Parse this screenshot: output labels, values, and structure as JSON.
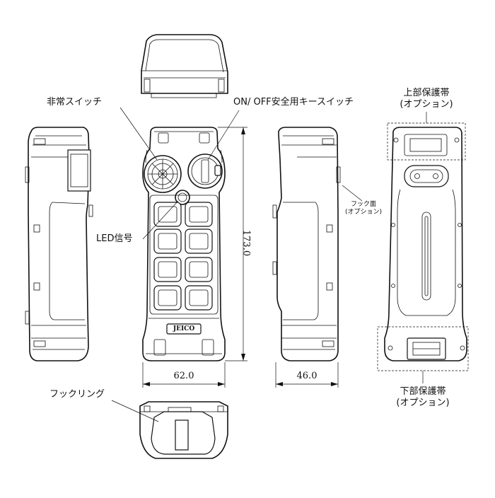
{
  "callouts": {
    "emergency_switch": "非常スイッチ",
    "key_switch": "ON/ OFF安全用キースイッチ",
    "led_signal": "LED信号",
    "hook_ring": "フックリング",
    "hook_surface_line1": "フック面",
    "hook_surface_line2": "(オプション)",
    "top_guard_line1": "上部保護帯",
    "top_guard_line2": "(オプション)",
    "bottom_guard_line1": "下部保護帯",
    "bottom_guard_line2": "(オプション)"
  },
  "dimensions": {
    "height": "173.0",
    "width": "62.0",
    "depth": "46.0"
  },
  "device": {
    "brand": "JEICO",
    "button_count": 8
  }
}
